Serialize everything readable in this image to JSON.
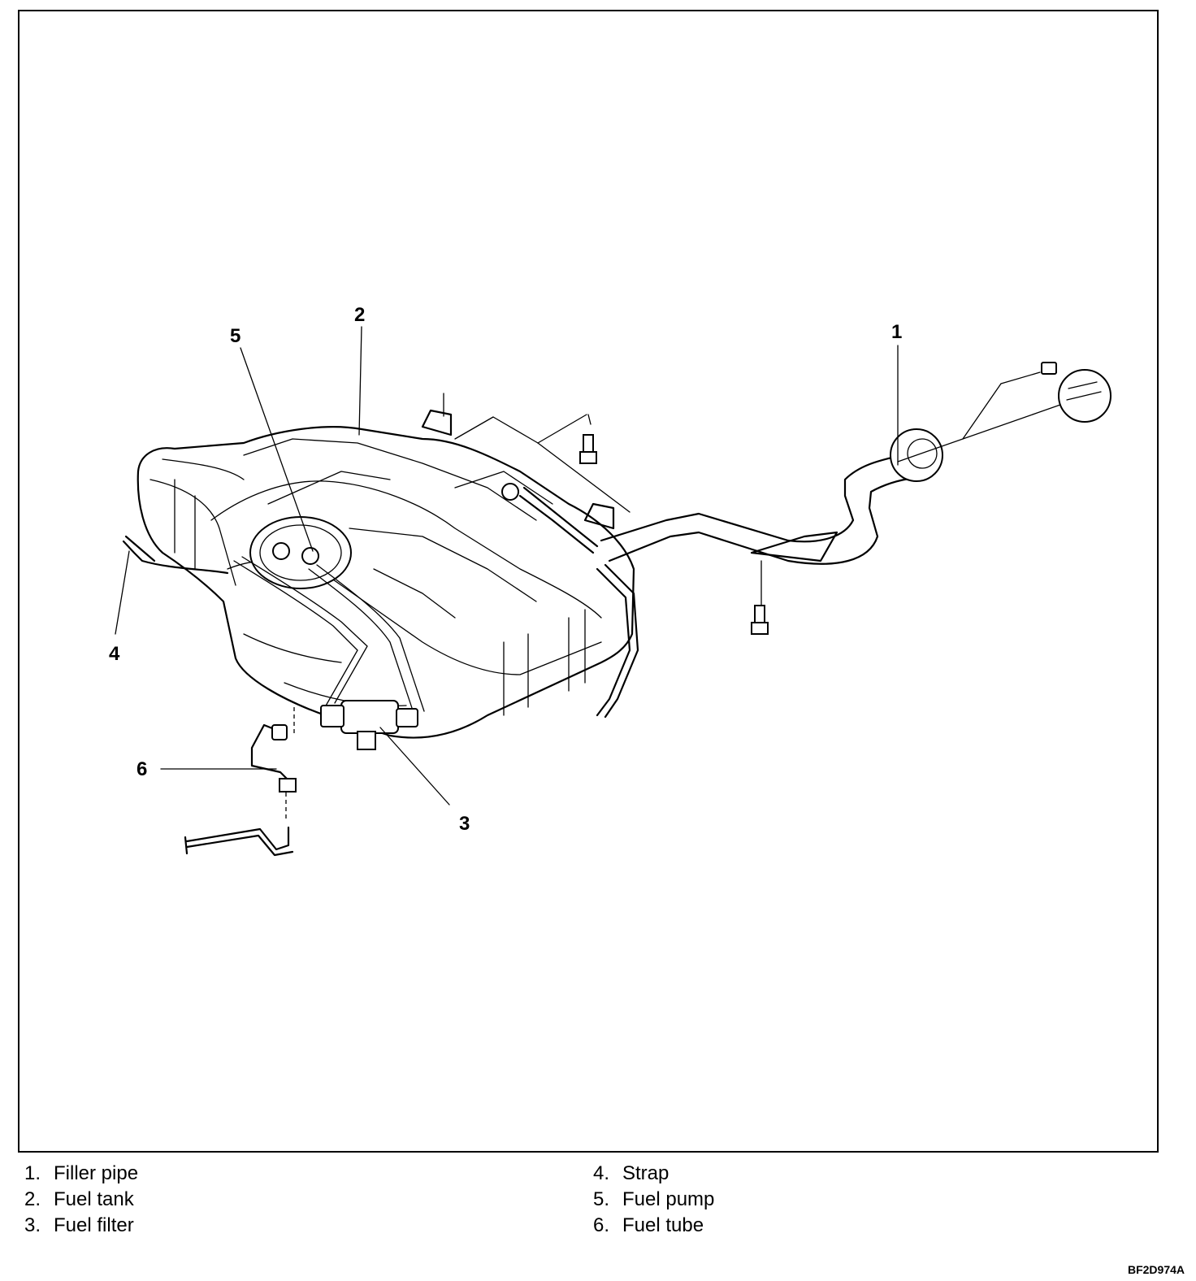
{
  "callouts": [
    "1",
    "2",
    "3",
    "4",
    "5",
    "6"
  ],
  "legend": {
    "left": [
      {
        "num": "1.",
        "label": "Filler pipe"
      },
      {
        "num": "2.",
        "label": "Fuel tank"
      },
      {
        "num": "3.",
        "label": "Fuel filter"
      }
    ],
    "right": [
      {
        "num": "4.",
        "label": "Strap"
      },
      {
        "num": "5.",
        "label": "Fuel pump"
      },
      {
        "num": "6.",
        "label": "Fuel tube"
      }
    ]
  },
  "figure_code": "BF2D974A"
}
